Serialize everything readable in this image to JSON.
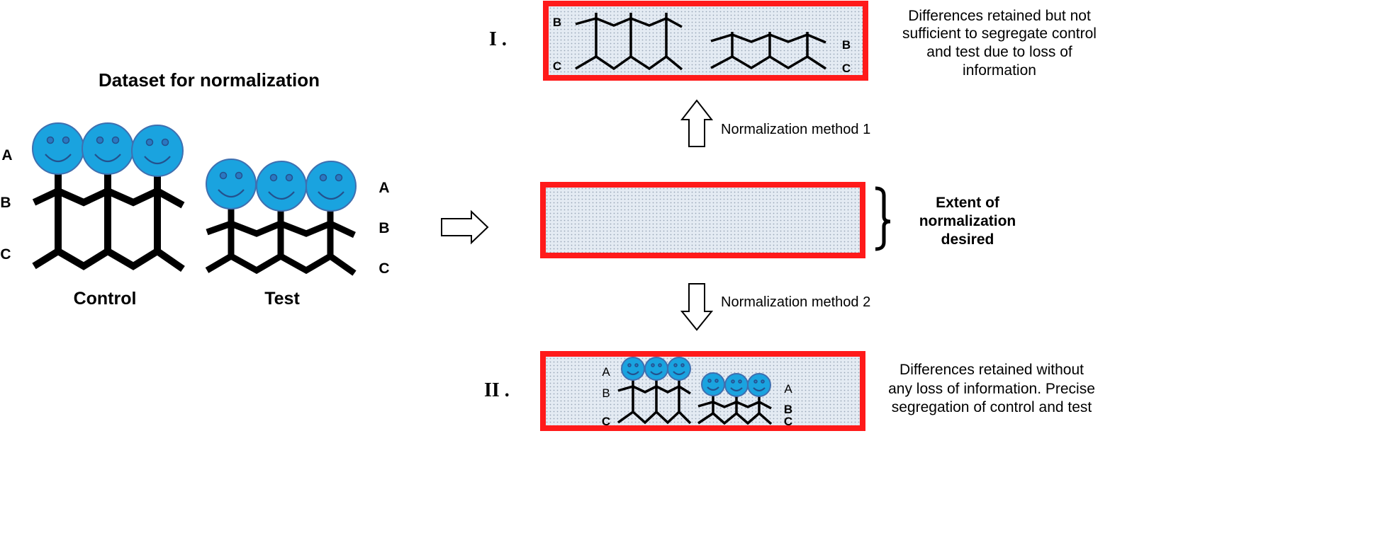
{
  "dataset": {
    "title": "Dataset for normalization",
    "control_label": "Control",
    "test_label": "Test",
    "control_letters": [
      "A",
      "B",
      "C"
    ],
    "test_letters": [
      "A",
      "B",
      "C"
    ]
  },
  "case_one": {
    "numeral": "I .",
    "left_letters": [
      "B",
      "C"
    ],
    "right_letters": [
      "B",
      "C"
    ],
    "description": [
      "Differences retained but not",
      "sufficient to segregate control",
      "and test due to loss of",
      "information"
    ]
  },
  "method_one": {
    "label": "Normalization method 1"
  },
  "desired": {
    "label": [
      "Extent of",
      "normalization",
      "desired"
    ]
  },
  "method_two": {
    "label": "Normalization method 2"
  },
  "case_two": {
    "numeral": "II .",
    "left_letters": [
      "A",
      "B",
      "C"
    ],
    "right_letters": [
      "A",
      "B",
      "C"
    ],
    "description": [
      "Differences retained without",
      "any loss of information. Precise",
      "segregation of control and test"
    ]
  },
  "colors": {
    "face": "#1aa3df",
    "box_border": "#ff1a1a",
    "box_fill": "#e4ebf3"
  }
}
